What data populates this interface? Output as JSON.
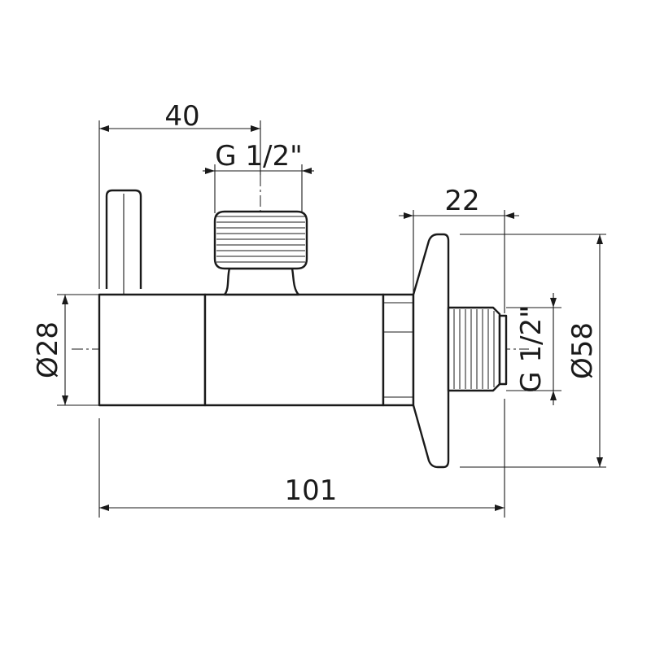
{
  "dimensions": {
    "handle_offset": "40",
    "top_thread": "G 1/2\"",
    "flange_depth": "22",
    "body_diameter": "Ø28",
    "outlet_thread": "G 1/2\"",
    "flange_diameter": "Ø58",
    "overall_length": "101"
  },
  "colors": {
    "line": "#1a1a1a",
    "background": "#ffffff"
  }
}
